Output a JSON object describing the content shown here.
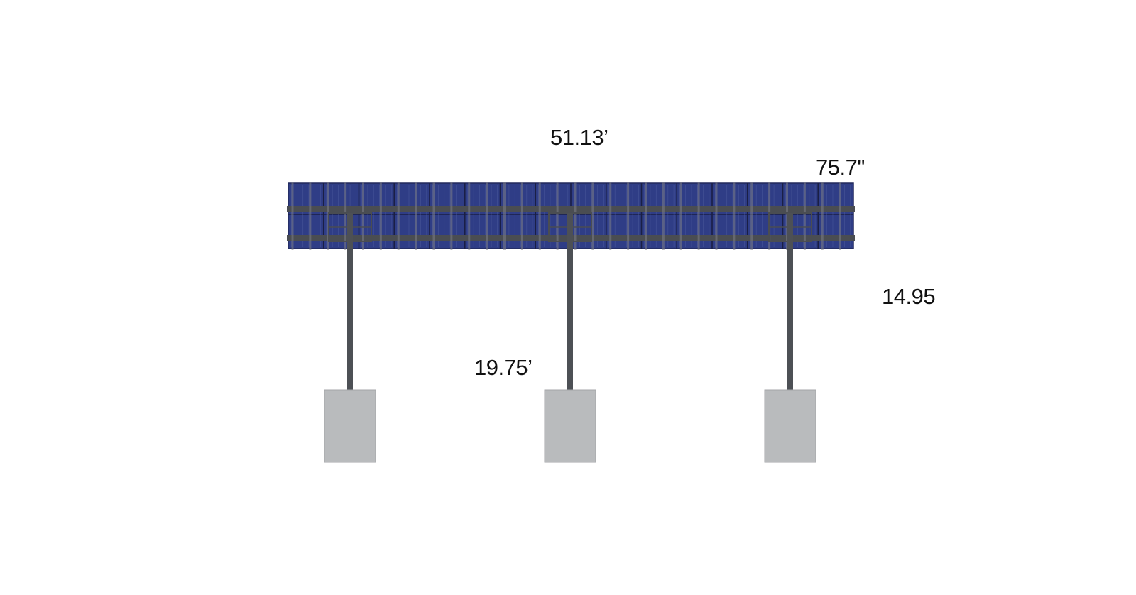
{
  "dimensions": {
    "overall_width": "51.13’",
    "panel_height": "75.7\"",
    "clearance_height": "14.95",
    "post_spacing": "19.75’"
  },
  "colors": {
    "panel_blue": "#2f3d86",
    "panel_cell_line": "#5a68a8",
    "frame_gray": "#4a4d52",
    "post_gray": "#4d5055",
    "concrete": "#b9bbbd",
    "concrete_edge": "#a4a6a8"
  },
  "structure": {
    "panel_columns": 16,
    "panel_rows": 2,
    "post_count": 3
  }
}
